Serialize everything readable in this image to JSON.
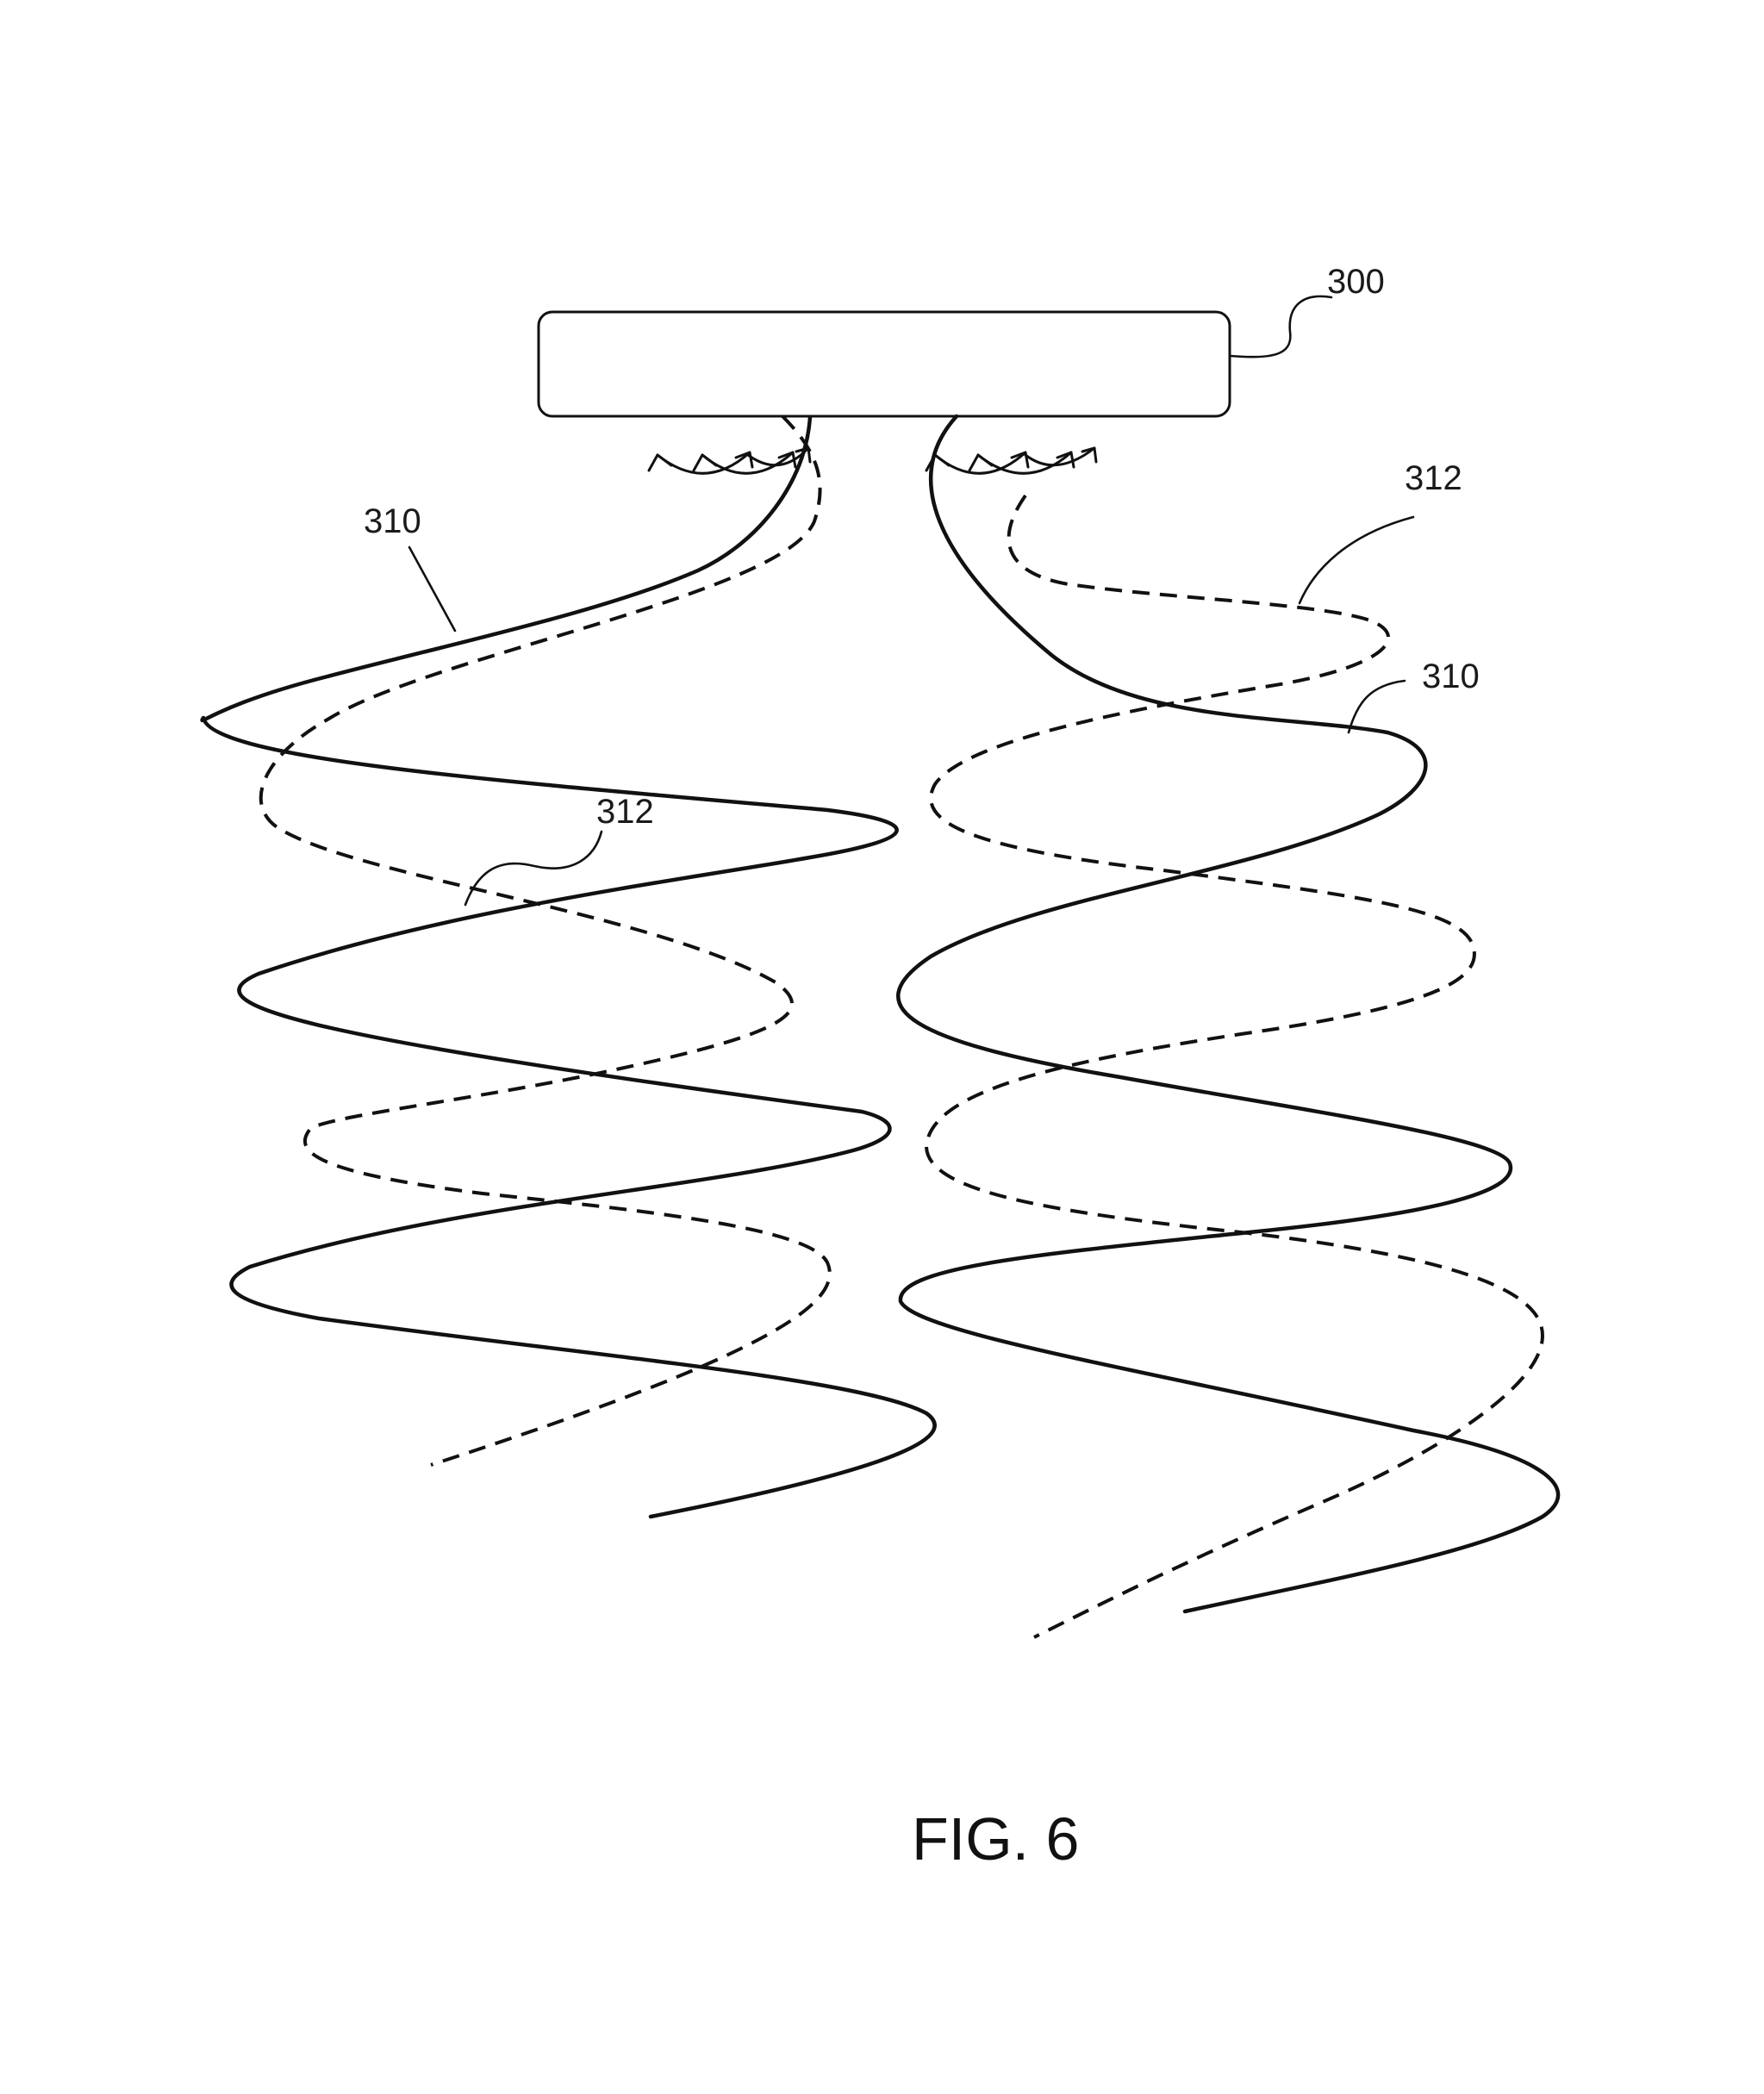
{
  "figure": {
    "caption": "FIG. 6",
    "labels": {
      "device": "300",
      "solid_left": "310",
      "solid_right": "310",
      "dashed_left": "312",
      "dashed_right": "312"
    }
  }
}
